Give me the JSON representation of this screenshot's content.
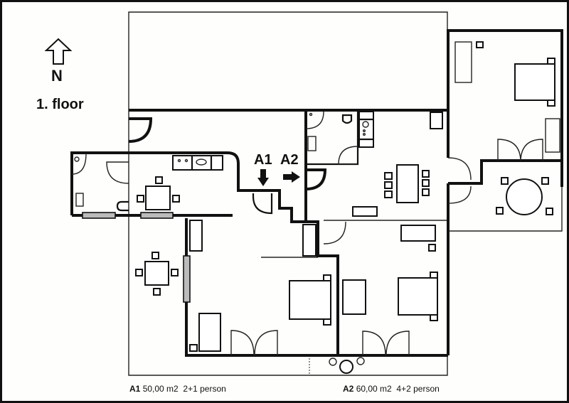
{
  "compass": {
    "icon": "north-arrow-icon",
    "label": "N"
  },
  "floor_label": "1. floor",
  "entrances": [
    {
      "label": "A1",
      "icon": "arrow-down-icon"
    },
    {
      "label": "A2",
      "icon": "arrow-right-icon"
    }
  ],
  "apartments": [
    {
      "code": "A1",
      "area": "50,00 m2",
      "capacity": "2+1 person"
    },
    {
      "code": "A2",
      "area": "60,00 m2",
      "capacity": "4+2 person"
    }
  ],
  "colors": {
    "wall": "#111111",
    "background": "#fefefc",
    "window": "#bbbbbb"
  }
}
